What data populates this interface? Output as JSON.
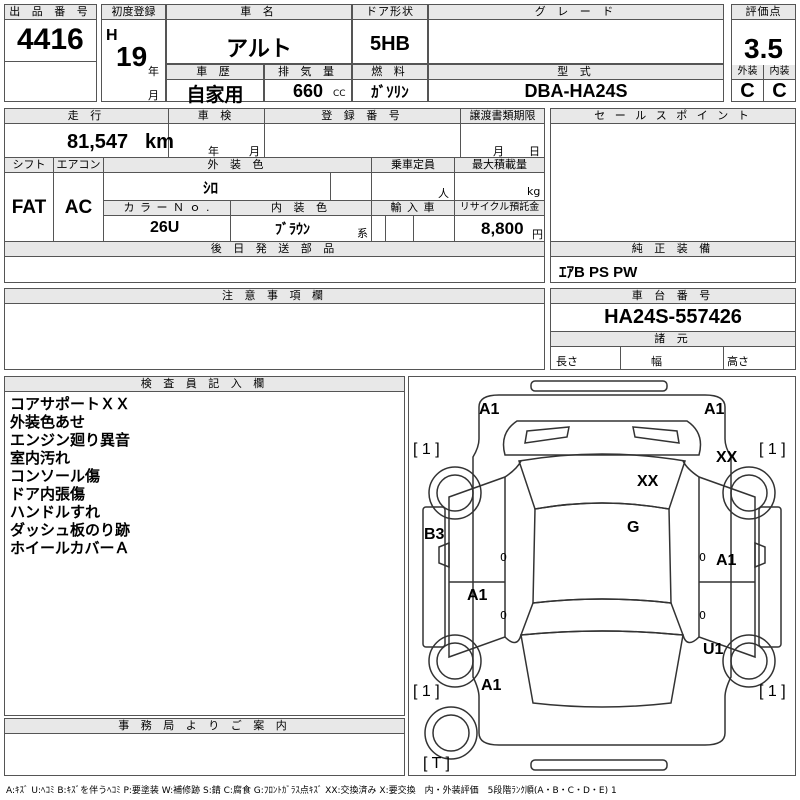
{
  "lot": {
    "label": "出 品 番 号",
    "value": "4416"
  },
  "first_reg": {
    "label": "初度登録",
    "era": "H",
    "year": "19",
    "year_unit": "年",
    "month_unit": "月"
  },
  "car_name": {
    "label": "車 名",
    "value": "アルト"
  },
  "door": {
    "label": "ドア形状",
    "value": "5HB"
  },
  "grade": {
    "label": "グ レ ー ド",
    "value": ""
  },
  "score": {
    "label": "評価点",
    "value": "3.5"
  },
  "history": {
    "label": "車 歴",
    "value": "自家用"
  },
  "displacement": {
    "label": "排 気 量",
    "value": "660",
    "unit": "CC"
  },
  "fuel": {
    "label": "燃 料",
    "value": "ｶﾞｿﾘﾝ"
  },
  "model": {
    "label": "型 式",
    "value": "DBA-HA24S"
  },
  "exterior": {
    "label": "外装",
    "value": "C"
  },
  "interior": {
    "label": "内装",
    "value": "C"
  },
  "mileage": {
    "label": "走 行",
    "value": "81,547",
    "unit": "km"
  },
  "inspection": {
    "label": "車 検",
    "year_unit": "年",
    "month_unit": "月"
  },
  "reg_no": {
    "label": "登 録 番 号"
  },
  "transfer": {
    "label": "譲渡書類期限",
    "month_unit": "月",
    "day_unit": "日"
  },
  "sales_point": {
    "label": "セ ー ル ス ポ イ ン ト"
  },
  "shift": {
    "label": "シフト",
    "value": "FAT"
  },
  "aircon": {
    "label": "エアコン",
    "value": "AC"
  },
  "ext_color": {
    "label": "外 装 色",
    "value": "ｼﾛ"
  },
  "capacity": {
    "label": "乗車定員",
    "unit": "人"
  },
  "max_load": {
    "label": "最大積載量",
    "unit": "kg"
  },
  "color_no": {
    "label": "カ ラ ー Ｎ ｏ .",
    "value": "26U"
  },
  "int_color": {
    "label": "内 装 色",
    "value": "ﾌﾞﾗｳﾝ",
    "unit": "系"
  },
  "import": {
    "label": "輸 入 車"
  },
  "recycle": {
    "label": "リサイクル預託金",
    "value": "8,800",
    "unit": "円"
  },
  "later_parts": {
    "label": "後 日 発 送 部 品"
  },
  "equipment": {
    "label": "純 正 装 備",
    "value": "ｴｱB PS PW"
  },
  "caution": {
    "label": "注 意 事 項 欄"
  },
  "chassis": {
    "label": "車 台 番 号",
    "value": "HA24S-557426"
  },
  "specs": {
    "label": "諸 元",
    "length": "長さ",
    "width": "幅",
    "height": "高さ"
  },
  "inspector": {
    "label": "検 査 員 記 入 欄",
    "notes": [
      "コアサポートＸＸ",
      "外装色あせ",
      "エンジン廻り異音",
      "室内汚れ",
      "コンソール傷",
      "ドア内張傷",
      "ハンドルすれ",
      "ダッシュ板のり跡",
      "ホイールカバーＡ"
    ]
  },
  "office": {
    "label": "事 務 局 よ り ご 案 内"
  },
  "diagram": {
    "damage": [
      "A1",
      "A1",
      "XX",
      "XX",
      "G",
      "B3",
      "A1",
      "A1",
      "U1",
      "A1"
    ],
    "tires": [
      "1",
      "1",
      "1",
      "1",
      "T"
    ],
    "zeros": [
      "0",
      "0",
      "0",
      "0"
    ]
  },
  "legend": "A:ｷｽﾞ U:ﾍｺﾐ B:ｷｽﾞを伴うﾍｺﾐ P:要塗装 W:補修跡 S:錆 C:腐食 G:ﾌﾛﾝﾄｶﾞﾗｽ点ｷｽﾞ XX:交換済み X:要交換　内・外装評価　5段階ﾗﾝｸ順(A・B・C・D・E) 1"
}
